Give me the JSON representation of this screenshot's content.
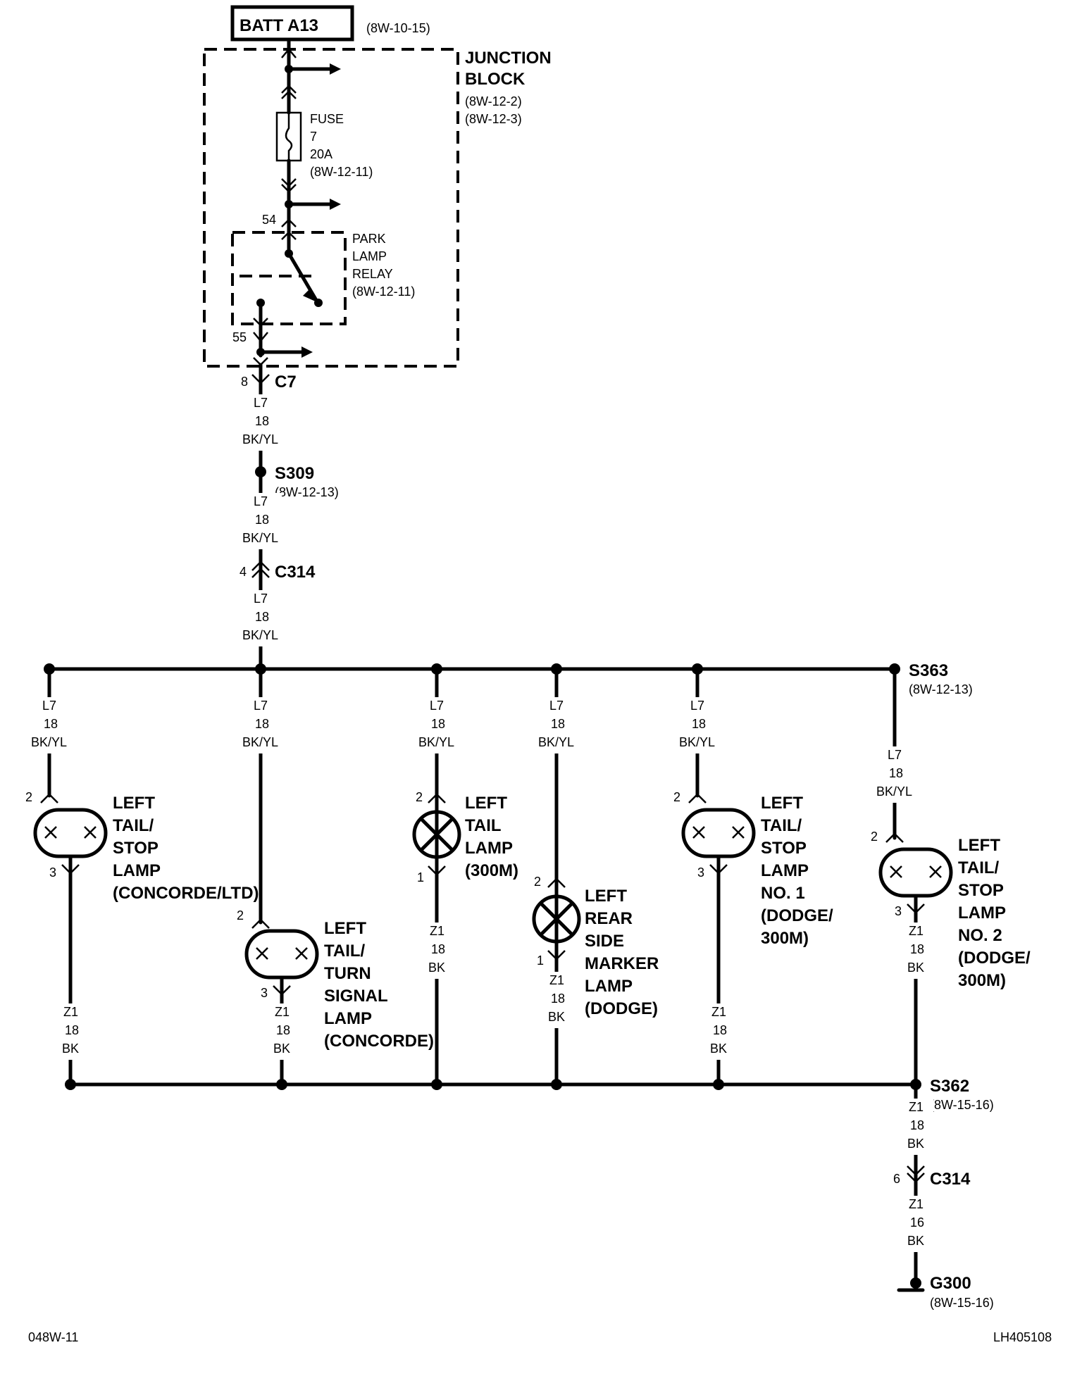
{
  "batt": {
    "label": "BATT A13",
    "ref": "(8W-10-15)"
  },
  "junction_block": {
    "name_line1": "JUNCTION",
    "name_line2": "BLOCK",
    "ref1": "(8W-12-2)",
    "ref2": "(8W-12-3)"
  },
  "fuse": {
    "label": "FUSE",
    "number": "7",
    "rating": "20A",
    "ref": "(8W-12-11)"
  },
  "relay": {
    "line1": "PARK",
    "line2": "LAMP",
    "line3": "RELAY",
    "ref": "(8W-12-11)",
    "pin_in": "54",
    "pin_out": "55"
  },
  "c7": {
    "name": "C7",
    "pin": "8"
  },
  "wire_l7": {
    "circuit": "L7",
    "gauge": "18",
    "color": "BK/YL"
  },
  "s309": {
    "name": "S309",
    "ref": "(8W-12-13)"
  },
  "c314_top": {
    "name": "C314",
    "pin": "4"
  },
  "s363": {
    "name": "S363",
    "ref": "(8W-12-13)"
  },
  "wire_z1": {
    "circuit": "Z1",
    "gauge": "18",
    "color": "BK"
  },
  "lamps": {
    "l1": {
      "pin_top": "2",
      "pin_bot": "3",
      "line1": "LEFT",
      "line2": "TAIL/",
      "line3": "STOP",
      "line4": "LAMP",
      "line5": "(CONCORDE/LTD)"
    },
    "l2": {
      "pin_top": "2",
      "pin_bot": "3",
      "line1": "LEFT",
      "line2": "TAIL/",
      "line3": "TURN",
      "line4": "SIGNAL",
      "line5": "LAMP",
      "line6": "(CONCORDE)"
    },
    "l3": {
      "pin_top": "2",
      "pin_bot": "1",
      "line1": "LEFT",
      "line2": "TAIL",
      "line3": "LAMP",
      "line4": "(300M)"
    },
    "l4": {
      "pin_top": "2",
      "pin_bot": "1",
      "line1": "LEFT",
      "line2": "REAR",
      "line3": "SIDE",
      "line4": "MARKER",
      "line5": "LAMP",
      "line6": "(DODGE)"
    },
    "l5": {
      "pin_top": "2",
      "pin_bot": "3",
      "line1": "LEFT",
      "line2": "TAIL/",
      "line3": "STOP",
      "line4": "LAMP",
      "line5": "NO. 1",
      "line6": "(DODGE/",
      "line7": "300M)"
    },
    "l6": {
      "pin_top": "2",
      "pin_bot": "3",
      "line1": "LEFT",
      "line2": "TAIL/",
      "line3": "STOP",
      "line4": "LAMP",
      "line5": "NO. 2",
      "line6": "(DODGE/",
      "line7": "300M)"
    }
  },
  "s362": {
    "name": "S362",
    "ref": "(8W-15-16)"
  },
  "c314_bot": {
    "name": "C314",
    "pin": "6"
  },
  "wire_z1_16": {
    "circuit": "Z1",
    "gauge": "16",
    "color": "BK"
  },
  "g300": {
    "name": "G300",
    "ref": "(8W-15-16)"
  },
  "footer": {
    "left": "048W-11",
    "right": "LH405108"
  }
}
